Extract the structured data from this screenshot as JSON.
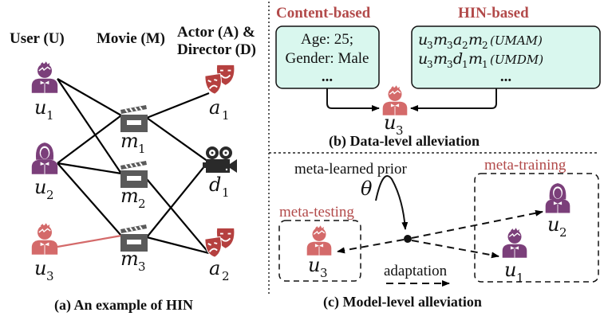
{
  "colors": {
    "user_purple": "#7b3f7a",
    "user_red": "#d46a6a",
    "mask_red": "#b5403f",
    "movie_gray": "#5a5a5a",
    "camera_black": "#2a2a2a",
    "box_fill": "#d9f7ee",
    "label_red": "#b24a4a",
    "highlight_edge": "#d46a6a"
  },
  "panel_a": {
    "headers": {
      "user": "User (U)",
      "movie": "Movie (M)",
      "actor_line1": "Actor (A) &",
      "actor_line2": "Director (D)"
    },
    "nodes": {
      "u1": {
        "var": "u",
        "sub": "1",
        "icon": "male-user-icon",
        "color": "purple"
      },
      "u2": {
        "var": "u",
        "sub": "2",
        "icon": "female-user-icon",
        "color": "purple"
      },
      "u3": {
        "var": "u",
        "sub": "3",
        "icon": "male-user-icon",
        "color": "red"
      },
      "m1": {
        "var": "m",
        "sub": "1",
        "icon": "clapperboard-icon"
      },
      "m2": {
        "var": "m",
        "sub": "2",
        "icon": "clapperboard-icon"
      },
      "m3": {
        "var": "m",
        "sub": "3",
        "icon": "clapperboard-icon"
      },
      "a1": {
        "var": "a",
        "sub": "1",
        "icon": "theater-masks-icon"
      },
      "d1": {
        "var": "d",
        "sub": "1",
        "icon": "movie-camera-icon"
      },
      "a2": {
        "var": "a",
        "sub": "2",
        "icon": "theater-masks-icon"
      }
    },
    "edges": [
      [
        "u1",
        "m1"
      ],
      [
        "u1",
        "m2"
      ],
      [
        "u2",
        "m1"
      ],
      [
        "u2",
        "m2"
      ],
      [
        "u2",
        "m3"
      ],
      [
        "u3",
        "m3"
      ],
      [
        "m1",
        "a1"
      ],
      [
        "m1",
        "d1"
      ],
      [
        "m2",
        "a2"
      ],
      [
        "m3",
        "d1"
      ],
      [
        "m3",
        "a2"
      ]
    ],
    "highlighted_edge": [
      "u3",
      "m3"
    ],
    "caption": "(a) An example of HIN"
  },
  "panel_b": {
    "content_header": "Content-based",
    "hin_header": "HIN-based",
    "content_box": {
      "line1": "Age: 25;",
      "line2": "Gender: Male",
      "line3": "..."
    },
    "hin_box": {
      "path1": {
        "nodes": [
          [
            "u",
            "3"
          ],
          [
            "m",
            "3"
          ],
          [
            "a",
            "2"
          ],
          [
            "m",
            "2"
          ]
        ],
        "tag": "(UMAM)"
      },
      "path2": {
        "nodes": [
          [
            "u",
            "3"
          ],
          [
            "m",
            "3"
          ],
          [
            "d",
            "1"
          ],
          [
            "m",
            "1"
          ]
        ],
        "tag": "(UMDM)"
      },
      "line3": "..."
    },
    "target_user": {
      "var": "u",
      "sub": "3"
    },
    "caption": "(b) Data-level alleviation"
  },
  "panel_c": {
    "prior_label": "meta-learned prior",
    "theta": "θ",
    "meta_testing_label": "meta-testing",
    "meta_training_label": "meta-training",
    "adaptation_label": "adaptation",
    "testing_user": {
      "var": "u",
      "sub": "3"
    },
    "training_users": [
      {
        "var": "u",
        "sub": "2"
      },
      {
        "var": "u",
        "sub": "1"
      }
    ],
    "caption": "(c) Model-level alleviation"
  }
}
